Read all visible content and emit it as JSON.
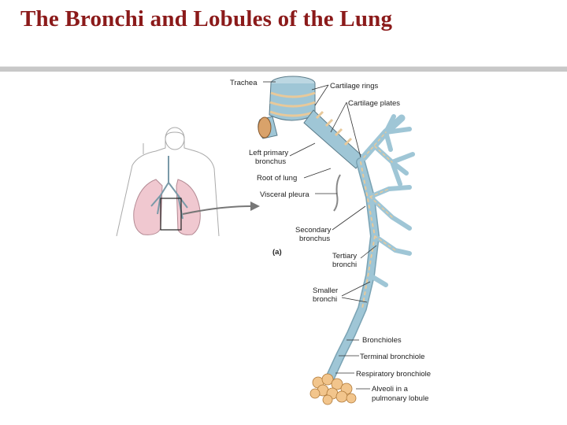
{
  "page": {
    "title": "The Bronchi and Lobules of the Lung"
  },
  "diagram": {
    "panel_letter": "(a)",
    "labels": {
      "trachea": "Trachea",
      "cartilage_rings": "Cartilage rings",
      "cartilage_plates": "Cartilage plates",
      "left_primary_bronchus": [
        "Left primary",
        "bronchus"
      ],
      "root_of_lung": "Root of lung",
      "visceral_pleura": "Visceral pleura",
      "secondary_bronchus": [
        "Secondary",
        "bronchus"
      ],
      "tertiary_bronchi": [
        "Tertiary",
        "bronchi"
      ],
      "smaller_bronchi": [
        "Smaller",
        "bronchi"
      ],
      "bronchioles": "Bronchioles",
      "terminal_bronchiole": "Terminal bronchiole",
      "respiratory_bronchiole": "Respiratory bronchiole",
      "alveoli": [
        "Alveoli in a",
        "pulmonary lobule"
      ]
    },
    "colors": {
      "title": "#8b1a1a",
      "airway": "#9fc6d6",
      "cartilage": "#e8c99a",
      "lung": "#f0c8d0",
      "alveoli": "#f2c58c"
    }
  }
}
